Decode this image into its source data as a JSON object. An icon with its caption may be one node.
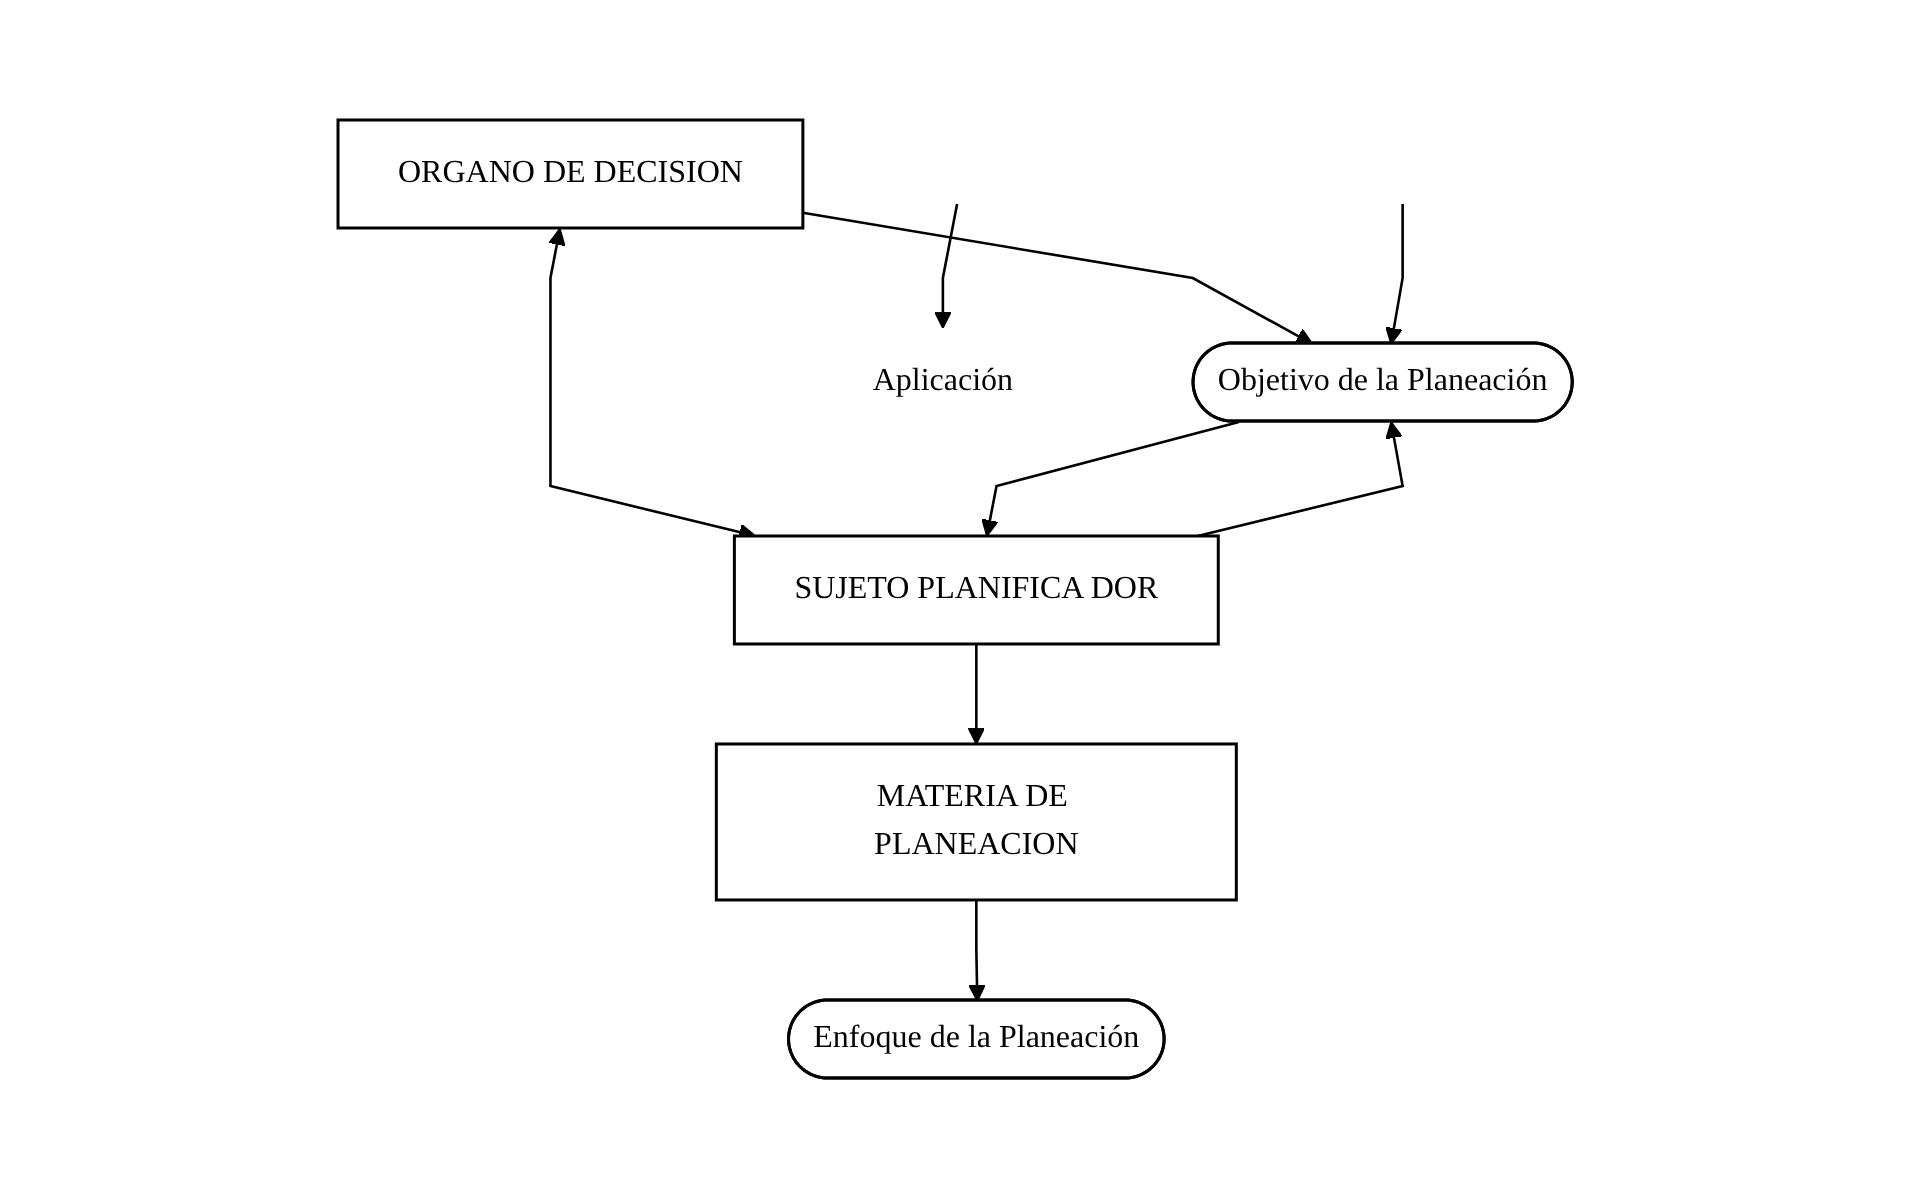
{
  "diagram": {
    "nodes": [
      {
        "text": [
          "ORGANO DE DECISION"
        ]
      },
      {
        "text": [
          "Objetivo de la Planeación"
        ]
      },
      {
        "text": [
          "SUJETO PLANIFICA DOR"
        ]
      },
      {
        "text": [
          "MATERIA DE PLANEACION"
        ]
      },
      {
        "text": [
          "Enfoque de la Planeación"
        ]
      },
      {
        "text": [
          "Aplicación"
        ]
      }
    ],
    "edges": [
      {
        "from": 0,
        "to": 1,
        "arrow": "to"
      },
      {
        "from": 0,
        "to": 2,
        "arrow": "both"
      },
      {
        "from": 2,
        "to": 1,
        "arrow": "to"
      },
      {
        "from": 1,
        "to": 2,
        "arrow": "to"
      },
      {
        "from": null,
        "to": 1,
        "arrow": "to"
      },
      {
        "from": 2,
        "to": 3,
        "arrow": "to"
      },
      {
        "from": 3,
        "to": 4,
        "arrow": "to"
      },
      {
        "from": null,
        "to": 5,
        "arrow": "to"
      }
    ]
  }
}
